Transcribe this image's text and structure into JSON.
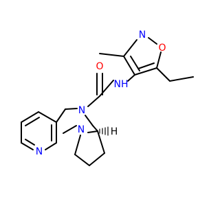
{
  "colors": {
    "bond": "#000000",
    "nitrogen": "#0000ff",
    "oxygen": "#ff0000",
    "background": "#ffffff"
  },
  "atoms": {
    "carbonyl_oxygen": "O",
    "amide_nh": "NH",
    "isoxazole_nitrogen": "N",
    "isoxazole_oxygen": "O",
    "diazepine_nitrogen": "N",
    "pyrrolidine_nitrogen": "N",
    "pyridine_nitrogen": "N",
    "stereo_hydrogen": "H"
  }
}
